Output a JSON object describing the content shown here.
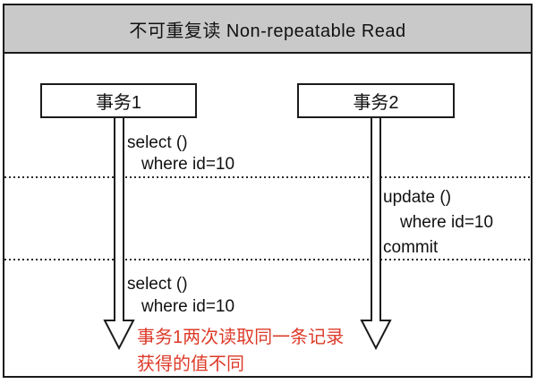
{
  "title": "不可重复读 Non-repeatable Read",
  "colors": {
    "title_bar_bg": "#c9c9c9",
    "border": "#1b1b1b",
    "text": "#101010",
    "annotation_red": "#dd3b2a",
    "background": "#ffffff"
  },
  "transactions": [
    {
      "label": "事务1"
    },
    {
      "label": "事务2"
    }
  ],
  "operations": {
    "tx1_first": {
      "line1": "select ()",
      "line2": "where id=10"
    },
    "tx2_update": {
      "line1": "update ()",
      "line2": "where id=10",
      "line3": "commit"
    },
    "tx1_second": {
      "line1": "select ()",
      "line2": "where id=10"
    }
  },
  "annotation": {
    "line1": "事务1两次读取同一条记录",
    "line2": "获得的值不同"
  }
}
